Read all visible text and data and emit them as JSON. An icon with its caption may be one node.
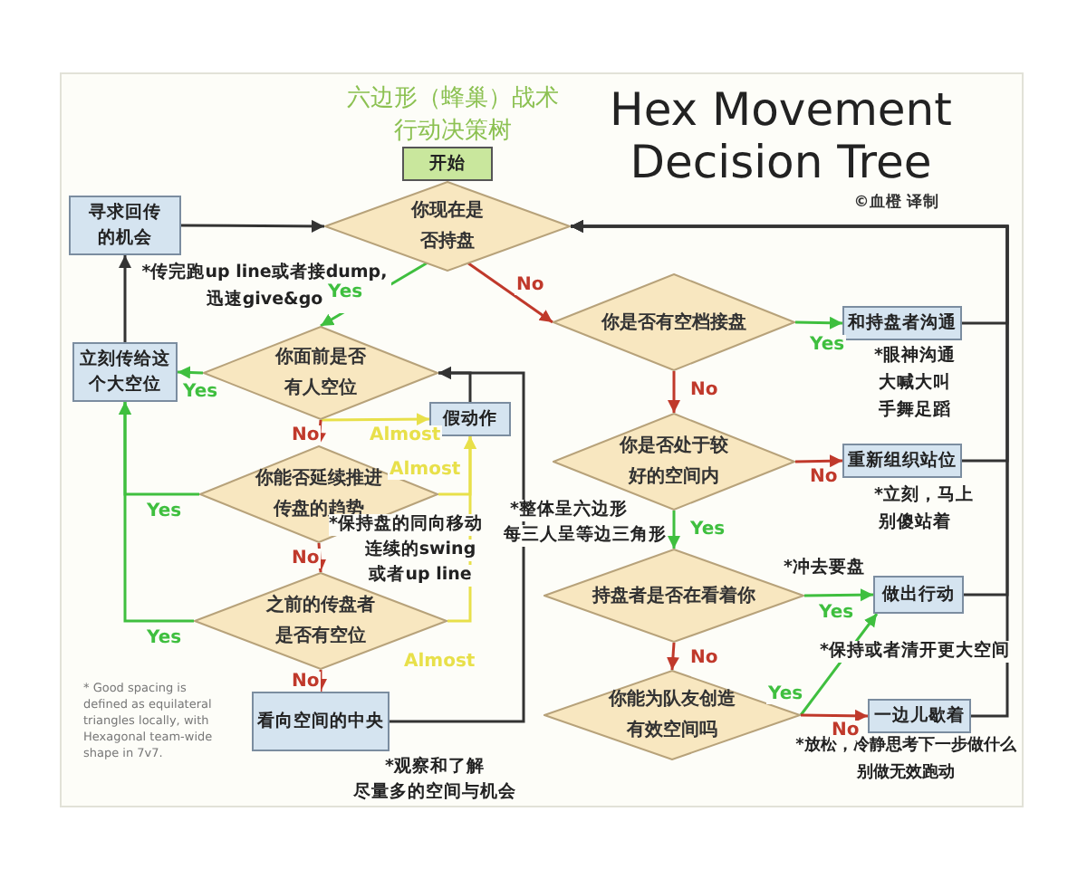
{
  "diagram": {
    "title": "Hex Movement Decision Tree",
    "nodes": [
      {
        "text": [
          "开始"
        ]
      },
      {
        "text": [
          "你现在是否持盘"
        ]
      },
      {
        "text": [
          "寻求回传的机会"
        ],
        "beside": [
          "*传完跑up line或者接dump, 迅速give&go"
        ]
      },
      {
        "text": [
          "你是否有空档接盘"
        ]
      },
      {
        "text": [
          "和持盘者沟通"
        ],
        "beside": [
          "*眼神沟通",
          "大喊大叫",
          "手舞足蹈"
        ]
      },
      {
        "text": [
          "立刻传给这个大空位"
        ]
      },
      {
        "text": [
          "你面前是否有人空位"
        ]
      },
      {
        "text": [
          "假动作"
        ]
      },
      {
        "text": [
          "你能否延续推进传盘的趋势"
        ]
      },
      {
        "text": [
          "你是否处于较好的空间内"
        ],
        "beside": [
          "*整体呈六边形",
          "每三人呈等边三角形"
        ]
      },
      {
        "text": [
          "重新组织站位"
        ],
        "beside": [
          "*立刻，马上",
          "别傻站着"
        ]
      },
      {
        "text": [
          "之前的传盘者是否有空位"
        ]
      },
      {
        "text": [
          "持盘者是否在看着你"
        ]
      },
      {
        "text": [
          "做出行动"
        ],
        "beside": [
          "*冲去要盘"
        ]
      },
      {
        "text": [
          "看向空间的中央"
        ],
        "beside": [
          "*观察和了解",
          "尽量多的空间与机会"
        ]
      },
      {
        "text": [
          "你能为队友创造有效空间吗"
        ]
      },
      {
        "text": [
          "一边儿歇着"
        ],
        "beside": [
          "*放松，冷静思考下一步做什么",
          "别做无效跑动"
        ]
      }
    ],
    "edges": [
      {
        "from": 1,
        "to": 3,
        "arrow": "to",
        "label": "No",
        "color": "#c0392b"
      },
      {
        "from": 1,
        "to": 6,
        "arrow": "to",
        "label": "Yes",
        "color": "#3fbf3f"
      },
      {
        "from": 2,
        "to": 1,
        "arrow": "to",
        "color": "#333333"
      },
      {
        "from": 5,
        "to": 2,
        "arrow": "to",
        "color": "#333333"
      },
      {
        "from": 6,
        "to": 5,
        "arrow": "to",
        "label": "Yes",
        "color": "#3fbf3f"
      },
      {
        "from": 6,
        "to": 7,
        "arrow": "to",
        "label": "Almost",
        "color": "#e8e04a"
      },
      {
        "from": 6,
        "to": 8,
        "arrow": "to",
        "label": "No",
        "color": "#c0392b"
      },
      {
        "from": 7,
        "to": 6,
        "arrow": "to",
        "color": "#333333"
      },
      {
        "from": 8,
        "to": 5,
        "arrow": "to",
        "label": "Yes",
        "color": "#3fbf3f"
      },
      {
        "from": 8,
        "to": 7,
        "arrow": "to",
        "label": "Almost",
        "color": "#e8e04a"
      },
      {
        "from": 8,
        "to": 11,
        "arrow": "to",
        "label": "No",
        "color": "#c0392b"
      },
      {
        "from": 11,
        "to": 5,
        "arrow": "to",
        "label": "Yes",
        "color": "#3fbf3f"
      },
      {
        "from": 11,
        "to": 7,
        "arrow": "to",
        "label": "Almost",
        "color": "#e8e04a"
      },
      {
        "from": 11,
        "to": 14,
        "arrow": "to",
        "label": "No",
        "color": "#c0392b"
      },
      {
        "from": 14,
        "to": 6,
        "arrow": "to",
        "color": "#333333"
      },
      {
        "from": 3,
        "to": 4,
        "arrow": "to",
        "label": "Yes",
        "color": "#3fbf3f"
      },
      {
        "from": 3,
        "to": 9,
        "arrow": "to",
        "label": "No",
        "color": "#c0392b"
      },
      {
        "from": 9,
        "to": 10,
        "arrow": "to",
        "label": "No",
        "color": "#c0392b"
      },
      {
        "from": 9,
        "to": 12,
        "arrow": "to",
        "label": "Yes",
        "color": "#3fbf3f"
      },
      {
        "from": 12,
        "to": 13,
        "arrow": "to",
        "label": "Yes",
        "color": "#3fbf3f"
      },
      {
        "from": 12,
        "to": 15,
        "arrow": "to",
        "label": "No",
        "color": "#c0392b"
      },
      {
        "from": 15,
        "to": 13,
        "arrow": "to",
        "label": "Yes",
        "color": "#3fbf3f"
      },
      {
        "from": 15,
        "to": 16,
        "arrow": "to",
        "label": "No",
        "color": "#c0392b"
      },
      {
        "from": 4,
        "to": 1,
        "arrow": "to",
        "color": "#333333"
      },
      {
        "from": 10,
        "to": 1,
        "arrow": "to",
        "color": "#333333"
      },
      {
        "from": 13,
        "to": 1,
        "arrow": "to",
        "color": "#333333"
      },
      {
        "from": 16,
        "to": 1,
        "arrow": "to",
        "color": "#333333"
      }
    ],
    "labels": [
      "六边形（蜂巢）战术",
      "行动决策树",
      "©血橙 译制",
      "*保持盘的同向移动",
      "连续的swing",
      "或者up line",
      "*保持或者清开更大空间",
      "* Good spacing is defined as equilateral triangles locally, with Hexagonal team-wide shape in 7v7."
    ]
  }
}
